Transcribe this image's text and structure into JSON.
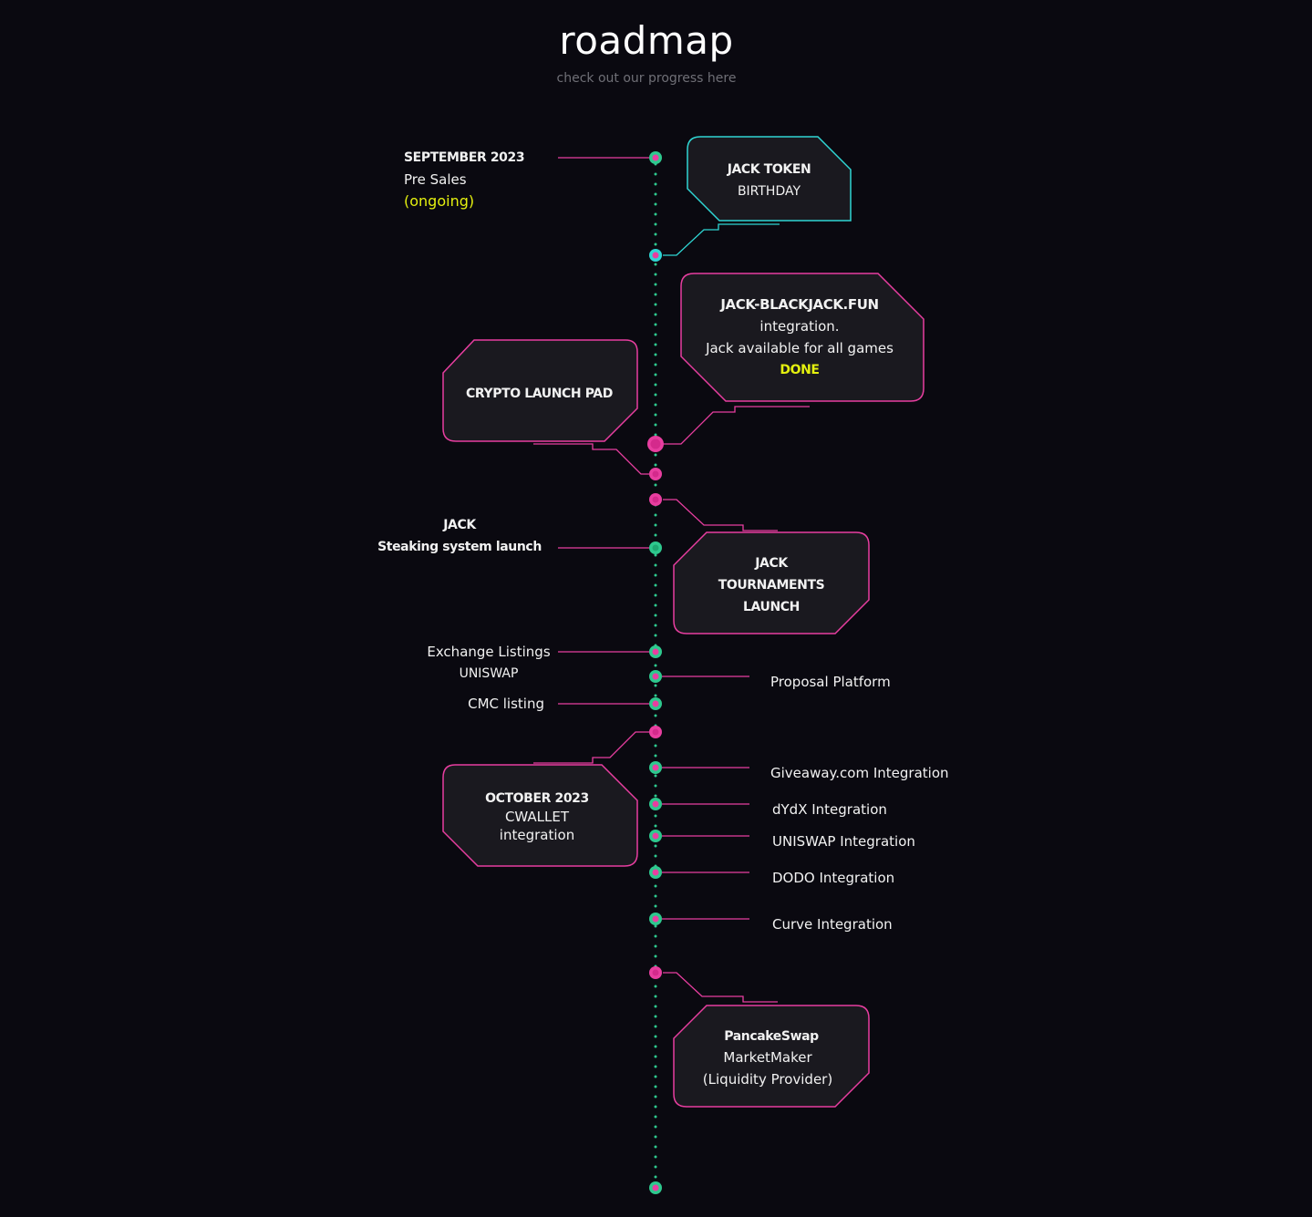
{
  "header": {
    "title": "roadmap",
    "subtitle": "check out our progress here"
  },
  "milestones": {
    "september": {
      "date": "SEPTEMBER 2023",
      "label": "Pre Sales",
      "status": "(ongoing)"
    },
    "jack_token": {
      "line1": "JACK TOKEN",
      "line2": "BIRTHDAY"
    },
    "blackjack": {
      "line1": "JACK-BLACKJACK.FUN",
      "line2": "integration.",
      "line3": "Jack available for all games",
      "status": "DONE"
    },
    "launchpad": {
      "label": "CRYPTO LAUNCH PAD"
    },
    "staking": {
      "line1": "JACK",
      "line2": "Steaking system launch"
    },
    "tournaments": {
      "line1": "JACK",
      "line2": "TOURNAMENTS",
      "line3": "LAUNCH"
    },
    "exchange": {
      "line1": "Exchange Listings",
      "line2": "UNISWAP"
    },
    "proposal": {
      "label": "Proposal Platform"
    },
    "cmc": {
      "label": "CMC listing"
    },
    "october": {
      "date": "OCTOBER 2023",
      "line2": "CWALLET",
      "line3": "integration"
    },
    "giveaway": {
      "label": "Giveaway.com Integration"
    },
    "dydx": {
      "label": "dYdX Integration"
    },
    "uniswap_int": {
      "label": "UNISWAP Integration"
    },
    "dodo": {
      "label": "DODO Integration"
    },
    "curve": {
      "label": "Curve Integration"
    },
    "pancake": {
      "line1": "PancakeSwap",
      "line2": "MarketMaker",
      "line3": "(Liquidity Provider)"
    }
  },
  "colors": {
    "background": "#0a0910",
    "timeline": "#2ec88e",
    "pink": "#e83ea0",
    "cyan": "#2fd6d4",
    "highlight": "#e4f00f",
    "card": "#1a191f"
  }
}
